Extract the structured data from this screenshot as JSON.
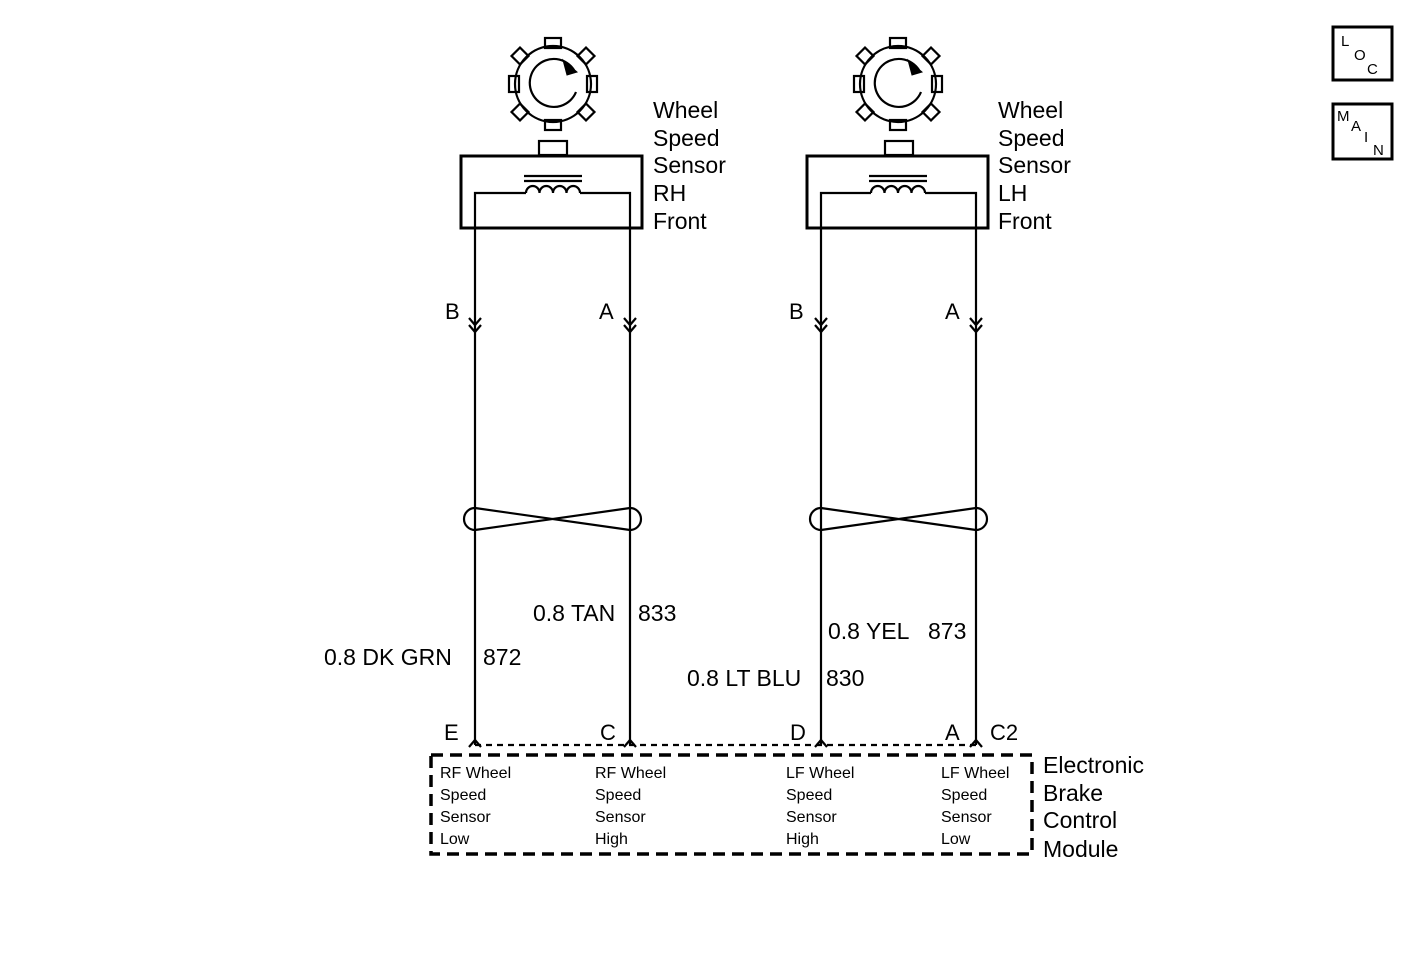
{
  "nav": {
    "loc": [
      "L",
      "O",
      "C"
    ],
    "main": [
      "M",
      "A",
      "I",
      "N"
    ]
  },
  "sensors": {
    "rh": {
      "lines": [
        "Wheel",
        "Speed",
        "Sensor",
        "RH",
        "Front"
      ],
      "pin_left": "B",
      "pin_right": "A"
    },
    "lh": {
      "lines": [
        "Wheel",
        "Speed",
        "Sensor",
        "LH",
        "Front"
      ],
      "pin_left": "B",
      "pin_right": "A"
    }
  },
  "wires": {
    "w872": {
      "gauge": "0.8  DK GRN",
      "circuit": "872"
    },
    "w833": {
      "gauge": "0.8 TAN",
      "circuit": "833"
    },
    "w830": {
      "gauge": "0.8 LT BLU",
      "circuit": "830"
    },
    "w873": {
      "gauge": "0.8 YEL",
      "circuit": "873"
    }
  },
  "module": {
    "connector": "C2",
    "pins": [
      "E",
      "C",
      "D",
      "A"
    ],
    "name": [
      "Electronic",
      "Brake",
      "Control",
      "Module"
    ],
    "inputs": [
      [
        "RF Wheel",
        "Speed",
        "Sensor",
        "Low"
      ],
      [
        "RF Wheel",
        "Speed",
        "Sensor",
        "High"
      ],
      [
        "LF Wheel",
        "Speed",
        "Sensor",
        "High"
      ],
      [
        "LF Wheel",
        "Speed",
        "Sensor",
        "Low"
      ]
    ]
  }
}
